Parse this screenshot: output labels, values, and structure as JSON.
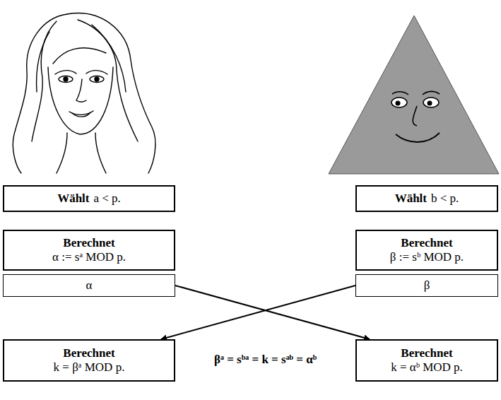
{
  "diagram": {
    "nodes": [
      {
        "text": [
          "Wählt",
          "a < p."
        ]
      },
      {
        "text": [
          "Wählt",
          "b < p."
        ]
      },
      {
        "text": [
          "Berechnet",
          "α := sᵃ MOD p."
        ]
      },
      {
        "text": [
          "Berechnet",
          "β := sᵇ MOD p."
        ]
      },
      {
        "text": [
          "α"
        ]
      },
      {
        "text": [
          "β"
        ]
      },
      {
        "text": [
          "Berechnet",
          "k = βᵃ MOD p."
        ]
      },
      {
        "text": [
          "Berechnet",
          "k = αᵇ MOD p."
        ]
      }
    ],
    "edges": [
      {
        "from": 4,
        "to": 7,
        "arrow": "to"
      },
      {
        "from": 5,
        "to": 6,
        "arrow": "to"
      }
    ],
    "labels": [
      "βᵃ = sᵇᵃ = k = sᵃᵇ = αᵇ"
    ]
  }
}
